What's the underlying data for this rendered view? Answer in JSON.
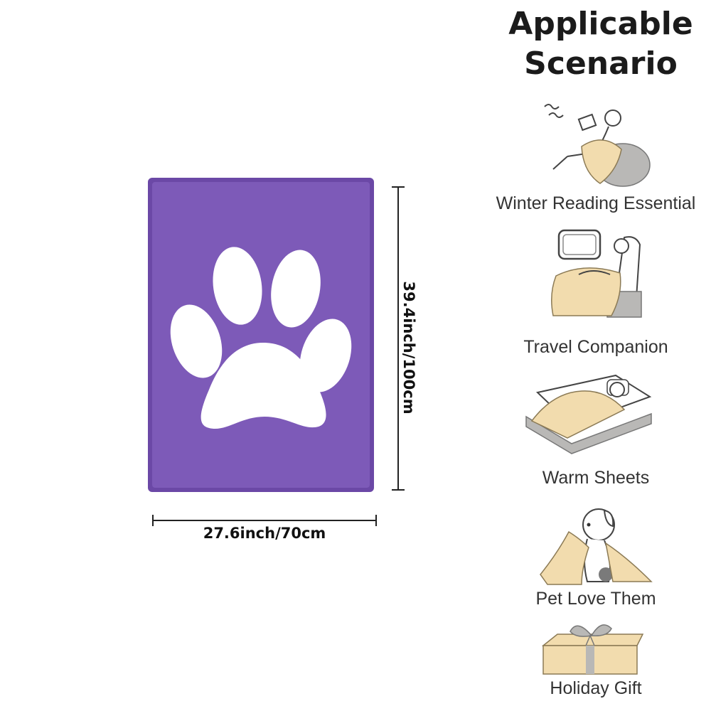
{
  "product": {
    "color": "#7d5ab8",
    "border_color": "#6b48a6",
    "print_color": "#ffffff",
    "print_icon": "paw-print-icon"
  },
  "dimensions": {
    "height_label": "39.4inch/100cm",
    "width_label": "27.6inch/70cm"
  },
  "scenarios": {
    "title_line1": "Applicable",
    "title_line2": "Scenario",
    "items": [
      {
        "label": "Winter Reading Essential",
        "icon": "person-reading-icon"
      },
      {
        "label": "Travel Companion",
        "icon": "person-sleeping-travel-icon"
      },
      {
        "label": "Warm Sheets",
        "icon": "person-in-bed-icon"
      },
      {
        "label": "Pet Love Them",
        "icon": "dog-with-blanket-icon"
      },
      {
        "label": "Holiday Gift",
        "icon": "gift-box-icon"
      }
    ]
  },
  "colors": {
    "blanket_beige": "#f2dcae",
    "sofa_gray": "#b9b8b6"
  }
}
